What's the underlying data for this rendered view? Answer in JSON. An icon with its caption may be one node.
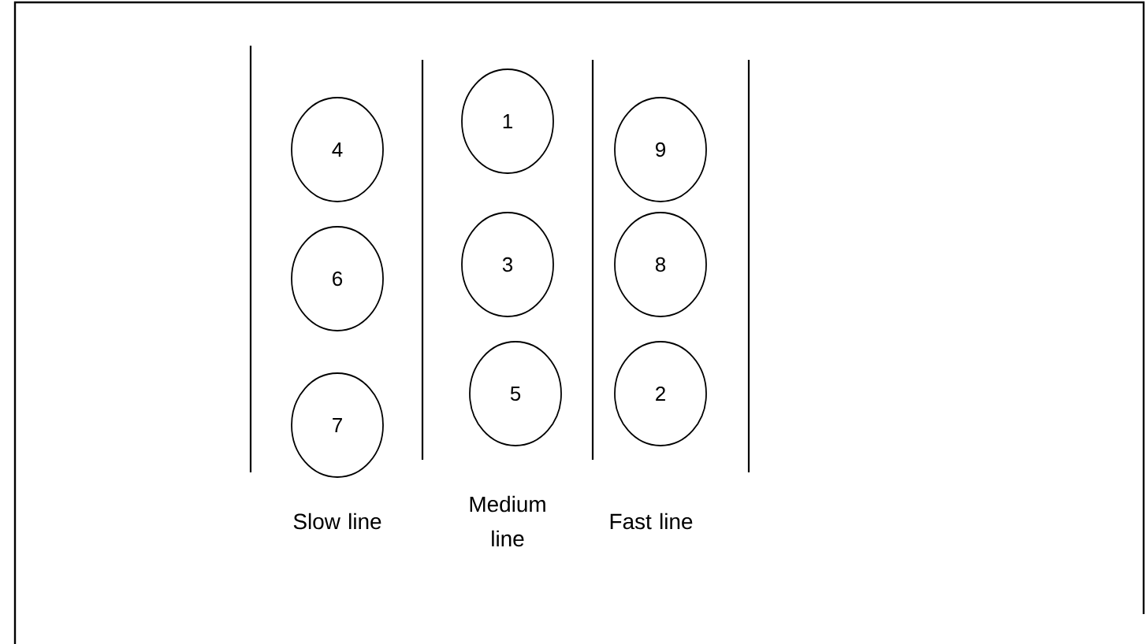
{
  "diagram": {
    "nodes": [
      {
        "text": [
          "4"
        ]
      },
      {
        "text": [
          "6"
        ]
      },
      {
        "text": [
          "7"
        ]
      },
      {
        "text": [
          "1"
        ]
      },
      {
        "text": [
          "3"
        ]
      },
      {
        "text": [
          "5"
        ]
      },
      {
        "text": [
          "9"
        ]
      },
      {
        "text": [
          "8"
        ]
      },
      {
        "text": [
          "2"
        ]
      }
    ],
    "labels": [
      "Slow line",
      "Medium line",
      "Fast line"
    ]
  }
}
